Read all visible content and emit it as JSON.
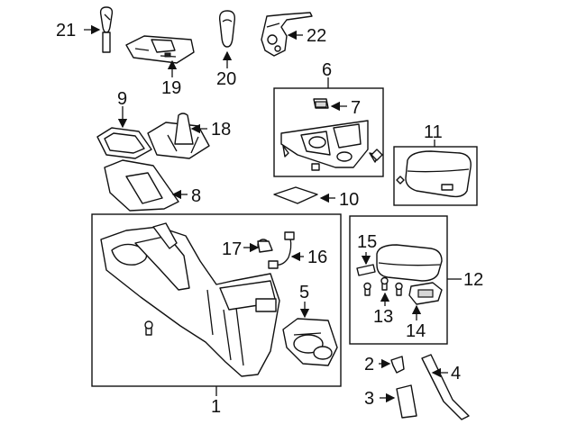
{
  "diagram": {
    "callouts": {
      "c1": "1",
      "c2": "2",
      "c3": "3",
      "c4": "4",
      "c5": "5",
      "c6": "6",
      "c7": "7",
      "c8": "8",
      "c9": "9",
      "c10": "10",
      "c11": "11",
      "c12": "12",
      "c13": "13",
      "c14": "14",
      "c15": "15",
      "c16": "16",
      "c17": "17",
      "c18": "18",
      "c19": "19",
      "c20": "20",
      "c21": "21",
      "c22": "22"
    },
    "colors": {
      "line": "#111111",
      "fill": "#ffffff",
      "shade": "#d8d8d8"
    }
  }
}
